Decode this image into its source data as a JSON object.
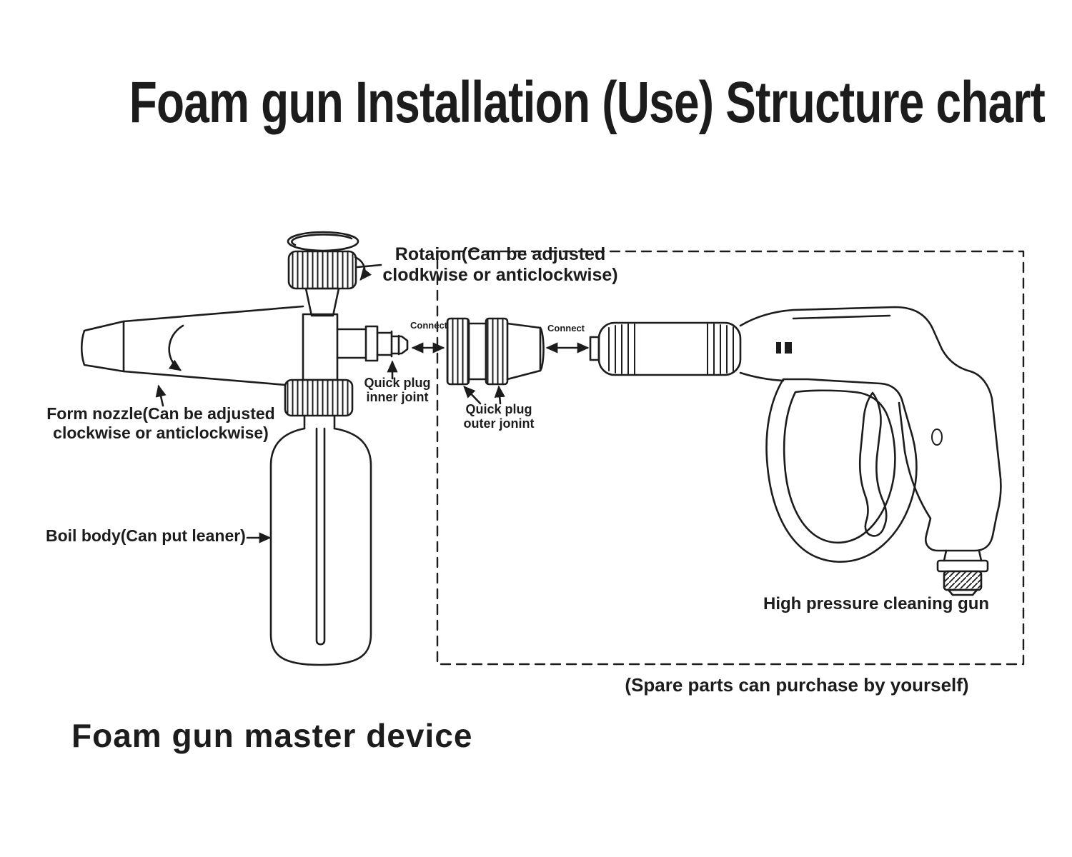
{
  "title": "Foam gun Installation (Use) Structure chart",
  "labels": {
    "rotation": {
      "line1": "Rotaion(Can be adjusted",
      "line2": "clodkwise or anticlockwise)"
    },
    "form_nozzle": {
      "line1": "Form nozzle(Can be adjusted",
      "line2": "clockwise or anticlockwise)"
    },
    "quick_plug_inner": {
      "line1": "Quick plug",
      "line2": "inner joint"
    },
    "quick_plug_outer": {
      "line1": "Quick plug",
      "line2": "outer jonint"
    },
    "connect_left": "Connect",
    "connect_right": "Connect",
    "boil_body": "Boil body(Can put leaner)",
    "high_pressure_gun": "High pressure cleaning gun",
    "spare_parts_note": "(Spare parts can purchase by yourself)",
    "master_device": "Foam gun master device"
  },
  "colors": {
    "ink": "#1c1c1c",
    "background": "#ffffff"
  }
}
